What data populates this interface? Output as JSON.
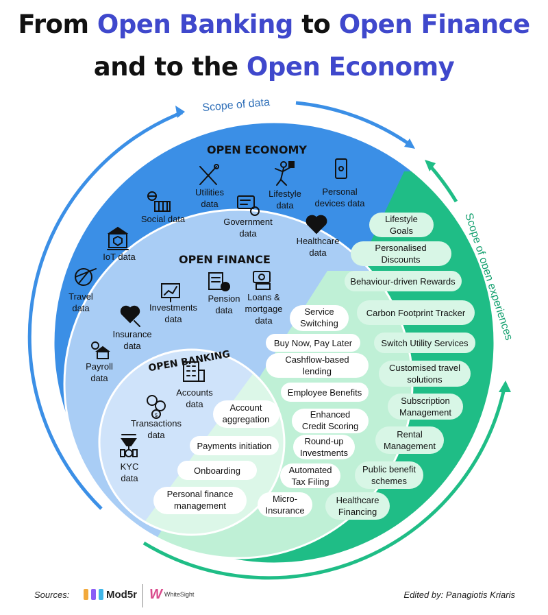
{
  "title": {
    "line1": {
      "p1": "From ",
      "p2": "Open Banking",
      "p3": " to ",
      "p4": "Open Finance"
    },
    "line2": {
      "p1": "and to the ",
      "p2": "Open Economy"
    }
  },
  "arrows": {
    "scope_data": "Scope of data",
    "scope_experiences": "Scope of open experiences"
  },
  "open_economy": {
    "heading": "OPEN ECONOMY",
    "items": {
      "utilities": [
        "Utilities",
        "data"
      ],
      "lifestyle": [
        "Lifestyle",
        "data"
      ],
      "personal_devices": [
        "Personal",
        "devices data"
      ],
      "social": [
        "Social data"
      ],
      "government": [
        "Government",
        "data"
      ],
      "healthcare": [
        "Healthcare",
        "data"
      ],
      "iot": [
        "IoT data"
      ],
      "travel": [
        "Travel",
        "data"
      ]
    }
  },
  "open_finance": {
    "heading": "OPEN FINANCE",
    "items": {
      "investments": [
        "Investments",
        "data"
      ],
      "pension": [
        "Pension",
        "data"
      ],
      "loans": [
        "Loans &",
        "mortgage",
        "data"
      ],
      "insurance": [
        "Insurance",
        "data"
      ],
      "payroll": [
        "Payroll",
        "data"
      ]
    }
  },
  "open_banking": {
    "heading": "OPEN BANKING",
    "items": {
      "accounts": [
        "Accounts",
        "data"
      ],
      "transactions": [
        "Transactions",
        "data"
      ],
      "kyc": [
        "KYC",
        "data"
      ]
    }
  },
  "experiences": {
    "banking": [
      [
        "Account",
        "aggregation"
      ],
      [
        "Payments initiation"
      ],
      [
        "Onboarding"
      ],
      [
        "Personal finance",
        "management"
      ]
    ],
    "finance": [
      [
        "Service",
        "Switching"
      ],
      [
        "Buy Now, Pay Later"
      ],
      [
        "Cashflow-based",
        "lending"
      ],
      [
        "Employee Benefits"
      ],
      [
        "Enhanced",
        "Credit Scoring"
      ],
      [
        "Round-up",
        "Investments"
      ],
      [
        "Automated",
        "Tax Filing"
      ],
      [
        "Micro-",
        "Insurance"
      ]
    ],
    "economy": [
      [
        "Lifestyle",
        "Goals"
      ],
      [
        "Personalised",
        "Discounts"
      ],
      [
        "Behaviour-driven Rewards"
      ],
      [
        "Carbon Footprint Tracker"
      ],
      [
        "Switch Utility Services"
      ],
      [
        "Customised travel",
        "solutions"
      ],
      [
        "Subscription",
        "Management"
      ],
      [
        "Rental",
        "Management"
      ],
      [
        "Public benefit",
        "schemes"
      ],
      [
        "Healthcare",
        "Financing"
      ]
    ]
  },
  "footer": {
    "sources_label": "Sources:",
    "brand1": "Mod5r",
    "brand2": "WhiteSight",
    "editor": "Edited by: Panagiotis Kriaris"
  },
  "colors": {
    "economy_blue": "#3b8fe6",
    "finance_blue": "#a9cdf5",
    "banking_blue": "#cfe3fa",
    "economy_green": "#1fbd86",
    "finance_green": "#bff0d6",
    "banking_green": "#dcf7e8",
    "pill": "#d8f6e6",
    "title_accent": "#3f48cc"
  }
}
